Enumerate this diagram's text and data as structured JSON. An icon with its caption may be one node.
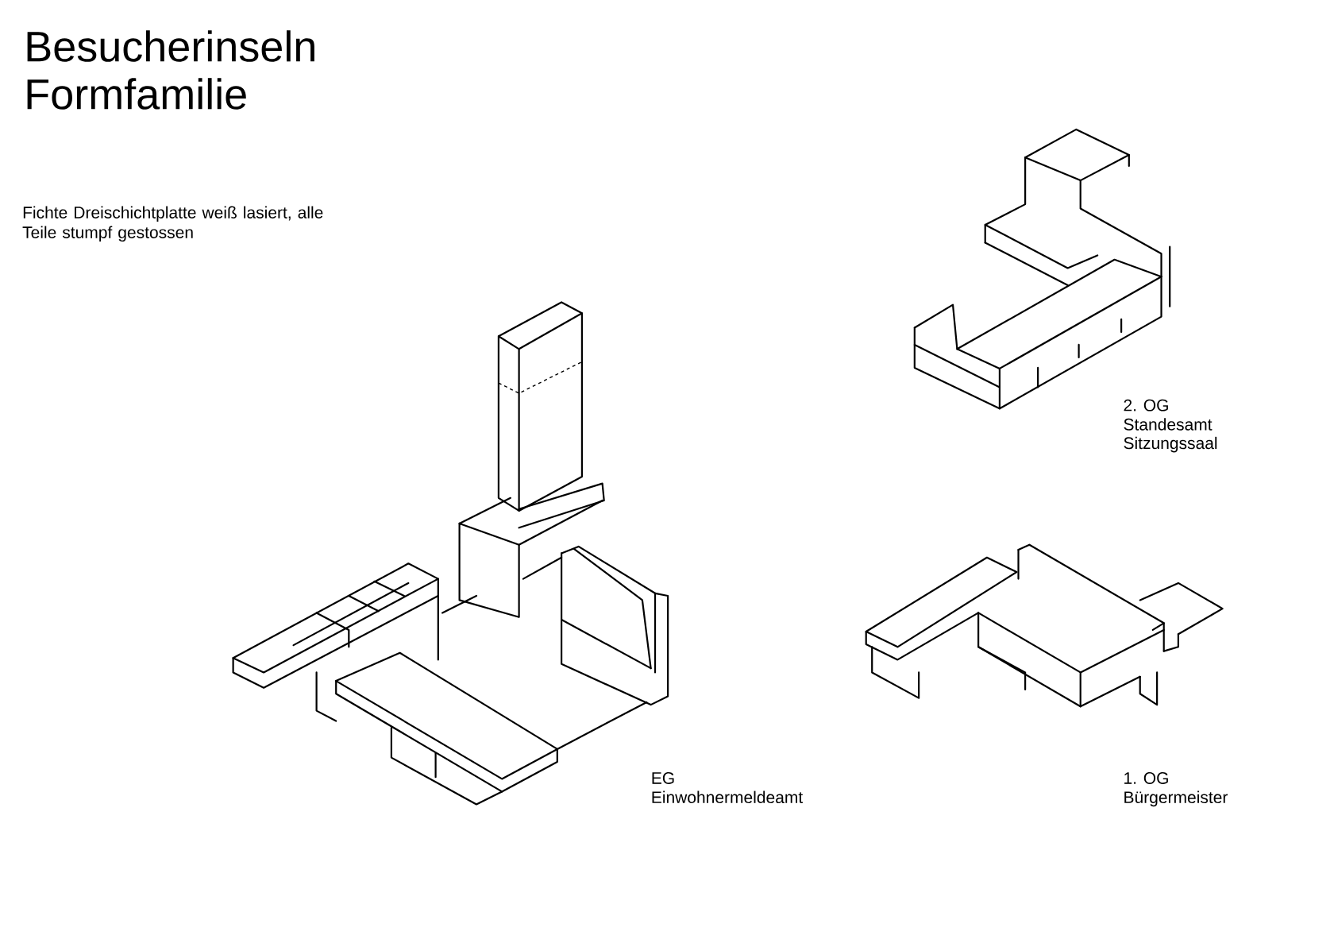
{
  "diagram": {
    "title": "Besucherinseln Formfamilie",
    "labels": [
      "Fichte Dreischichtplatte weiß lasiert, alle Teile stumpf gestossen",
      "2. OG",
      "Standesamt",
      "Sitzungssaal",
      "EG",
      "Einwohnermeldeamt",
      "1. OG",
      "Bürgermeister"
    ]
  }
}
